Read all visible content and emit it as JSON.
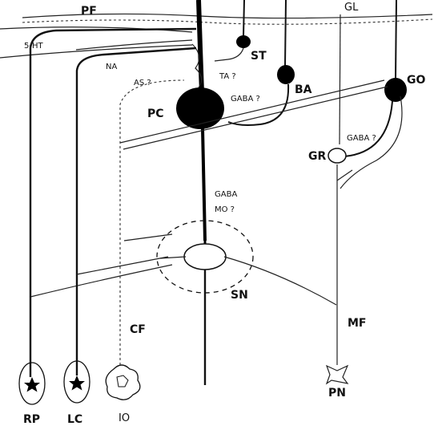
{
  "labels": {
    "pf": "PF",
    "gl": "GL",
    "ht": "5-HT",
    "na": "NA",
    "st": "ST",
    "as": "AS ?",
    "ta": "TA ?",
    "ba": "BA",
    "go": "GO",
    "pc": "PC",
    "gaba_ba": "GABA ?",
    "gaba_go": "GABA ?",
    "gr": "GR",
    "gaba": "GABA",
    "mo": "MO ?",
    "sn": "SN",
    "cf": "CF",
    "mf": "MF",
    "pn": "PN",
    "rp": "RP",
    "lc": "LC",
    "io": "IO"
  },
  "colors": {
    "ink": "#111111",
    "background": "#ffffff"
  }
}
